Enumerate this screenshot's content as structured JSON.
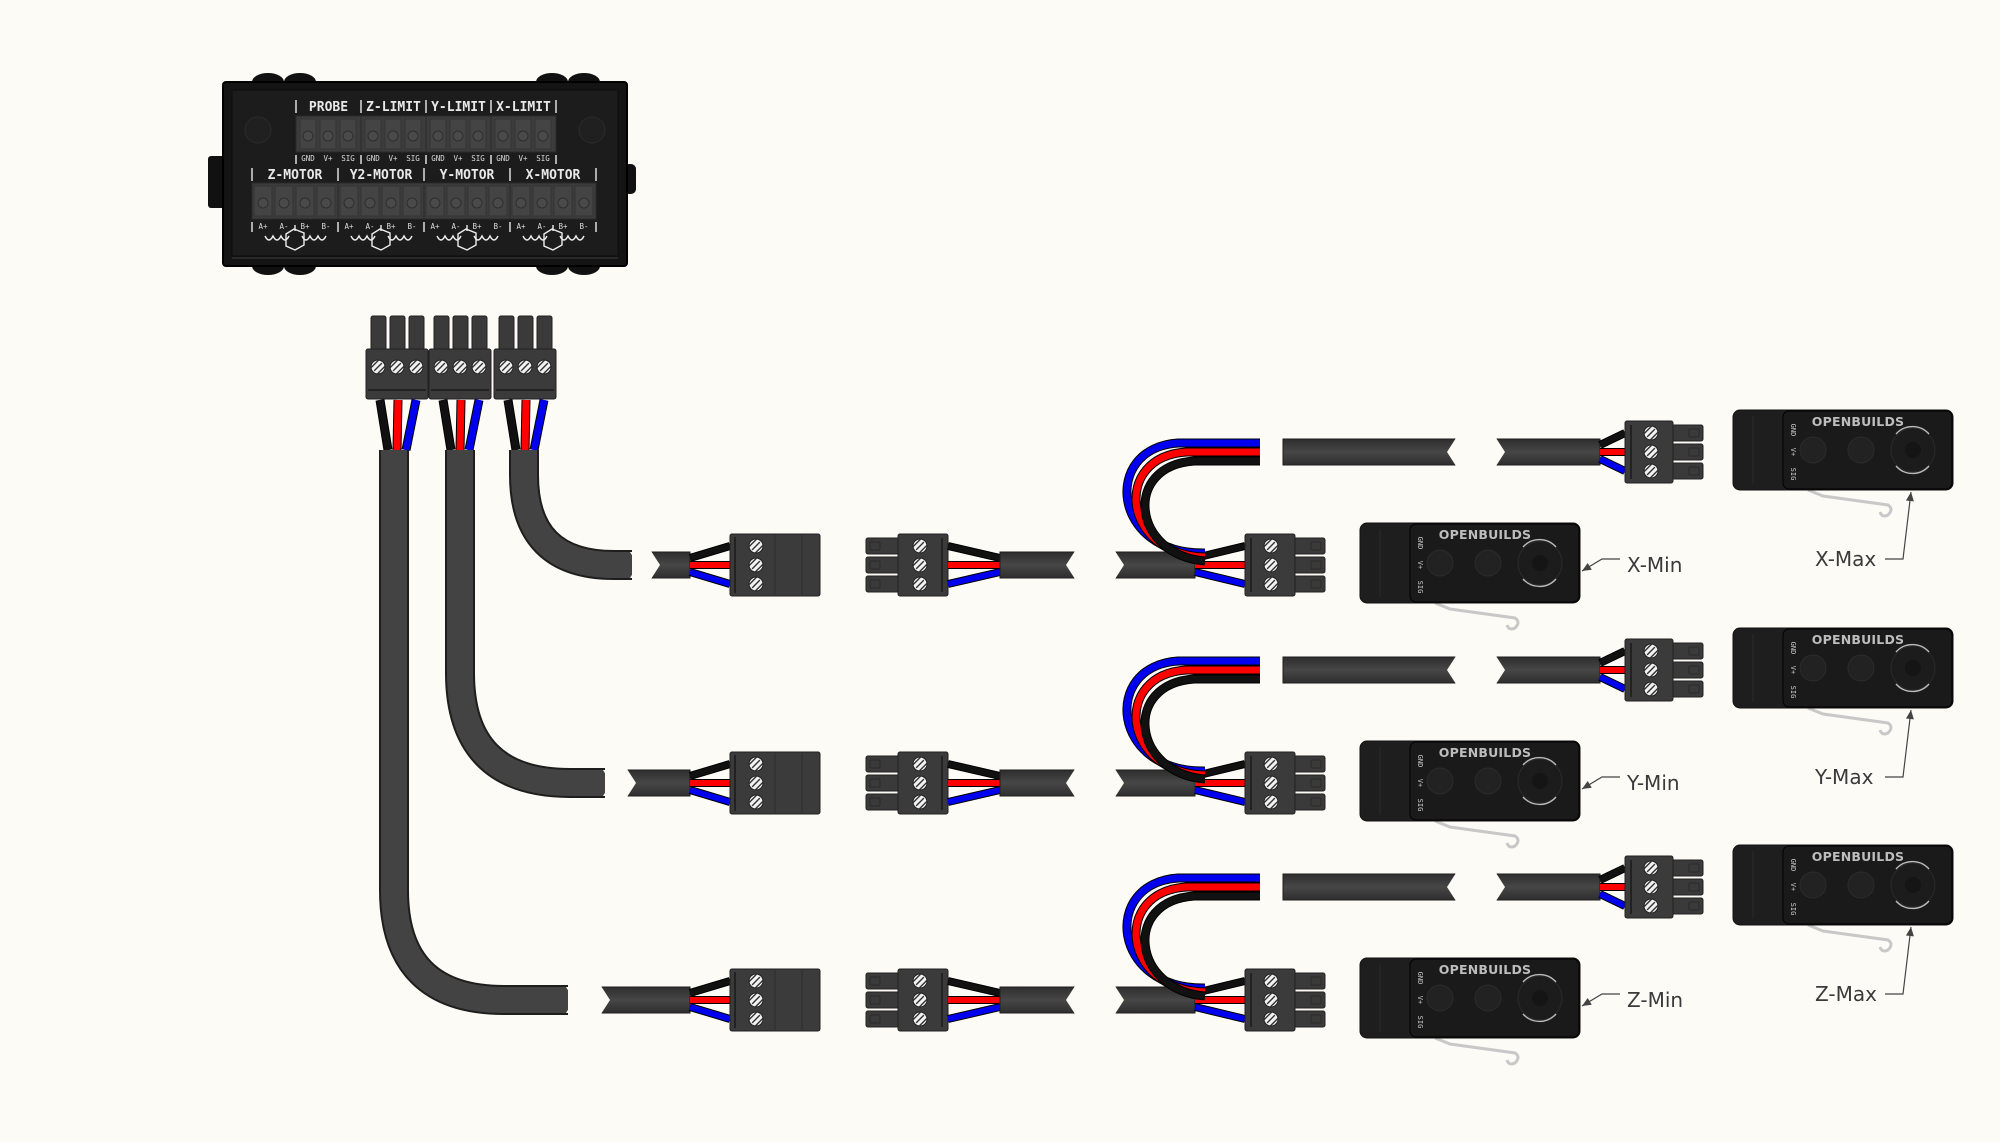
{
  "hub": {
    "limit_ports": [
      {
        "label": "PROBE",
        "pins": [
          "GND",
          "V+",
          "SIG"
        ]
      },
      {
        "label": "Z-LIMIT",
        "pins": [
          "GND",
          "V+",
          "SIG"
        ]
      },
      {
        "label": "Y-LIMIT",
        "pins": [
          "GND",
          "V+",
          "SIG"
        ]
      },
      {
        "label": "X-LIMIT",
        "pins": [
          "GND",
          "V+",
          "SIG"
        ]
      }
    ],
    "motor_ports": [
      {
        "label": "Z-MOTOR",
        "pins": [
          "A+",
          "A-",
          "B+",
          "B-"
        ]
      },
      {
        "label": "Y2-MOTOR",
        "pins": [
          "A+",
          "A-",
          "B+",
          "B-"
        ]
      },
      {
        "label": "Y-MOTOR",
        "pins": [
          "A+",
          "A-",
          "B+",
          "B-"
        ]
      },
      {
        "label": "X-MOTOR",
        "pins": [
          "A+",
          "A-",
          "B+",
          "B-"
        ]
      }
    ]
  },
  "wire_colors": {
    "gnd": "#111111",
    "vplus": "#ff0000",
    "sig": "#0000ee",
    "jacket": "#3d3d3d"
  },
  "switch": {
    "brand": "OPENBUILDS",
    "pins": [
      "GND",
      "V+",
      "SIG"
    ]
  },
  "rows": [
    {
      "axis": "X",
      "min_label": "X-Min",
      "max_label": "X-Max"
    },
    {
      "axis": "Y",
      "min_label": "Y-Min",
      "max_label": "Y-Max"
    },
    {
      "axis": "Z",
      "min_label": "Z-Min",
      "max_label": "Z-Max"
    }
  ]
}
